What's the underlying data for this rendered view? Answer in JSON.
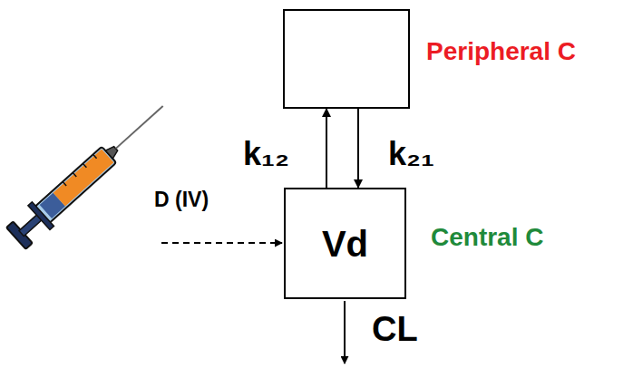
{
  "diagram": {
    "nodes": [
      {
        "text": [
          "Peripheral C"
        ]
      },
      {
        "text": [
          "Vd",
          "Central C"
        ]
      }
    ],
    "edges": [
      {
        "from": 1,
        "to": 0,
        "arrow": "to",
        "label": "k₁₂"
      },
      {
        "from": 0,
        "to": 1,
        "arrow": "to",
        "label": "k₂₁"
      }
    ],
    "labels": [
      "D (IV)",
      "CL"
    ]
  }
}
